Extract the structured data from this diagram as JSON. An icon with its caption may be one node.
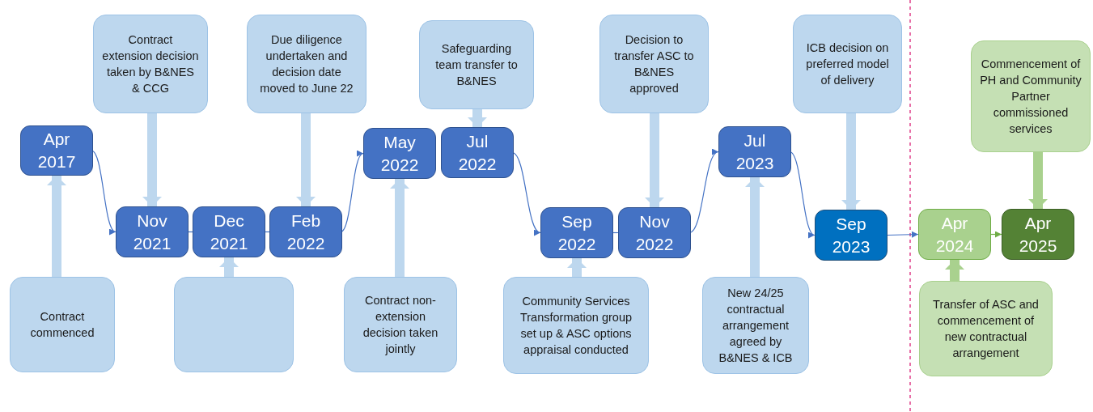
{
  "diagram": {
    "nodes": [
      {
        "text": [
          "Apr 2017"
        ]
      },
      {
        "text": [
          "Nov 2021"
        ]
      },
      {
        "text": [
          "Dec 2021"
        ]
      },
      {
        "text": [
          "Feb 2022"
        ]
      },
      {
        "text": [
          "May 2022"
        ]
      },
      {
        "text": [
          "Jul 2022"
        ]
      },
      {
        "text": [
          "Sep 2022"
        ]
      },
      {
        "text": [
          "Nov 2022"
        ]
      },
      {
        "text": [
          "Jul 2023"
        ]
      },
      {
        "text": [
          "Sep 2023"
        ]
      },
      {
        "text": [
          "Apr 2024"
        ]
      },
      {
        "text": [
          "Apr 2025"
        ]
      },
      {
        "text": [
          "Contract extension decision taken by B&NES & CCG"
        ]
      },
      {
        "text": [
          "Due diligence undertaken and decision date moved to June 22"
        ]
      },
      {
        "text": [
          "Safeguarding team transfer to B&NES"
        ]
      },
      {
        "text": [
          "Decision to transfer ASC to B&NES approved"
        ]
      },
      {
        "text": [
          "ICB decision on preferred model of delivery"
        ]
      },
      {
        "text": [
          "Commencement of PH and Community Partner commissioned services"
        ]
      },
      {
        "text": [
          "Contract commenced"
        ]
      },
      {
        "text": [],
        "shape": "box"
      },
      {
        "text": [
          "Contract non-extension decision taken jointly"
        ]
      },
      {
        "text": [
          "Community Services Transformation group set up & ASC options appraisal conducted"
        ]
      },
      {
        "text": [
          "New 24/25 contractual arrangement agreed by B&NES & ICB"
        ]
      },
      {
        "text": [
          "Transfer of ASC and commencement of new contractual arrangement"
        ]
      }
    ],
    "edges": [
      {
        "from": 0,
        "to": 1,
        "arrow": "to",
        "color": "#4472c4"
      },
      {
        "from": 1,
        "to": 2,
        "arrow": "none",
        "color": "#4472c4"
      },
      {
        "from": 2,
        "to": 3,
        "arrow": "none",
        "color": "#4472c4"
      },
      {
        "from": 3,
        "to": 4,
        "arrow": "to",
        "color": "#4472c4"
      },
      {
        "from": 5,
        "to": 6,
        "arrow": "to",
        "color": "#4472c4"
      },
      {
        "from": 6,
        "to": 7,
        "arrow": "none",
        "color": "#4472c4"
      },
      {
        "from": 7,
        "to": 8,
        "arrow": "to",
        "color": "#4472c4"
      },
      {
        "from": 8,
        "to": 9,
        "arrow": "to",
        "color": "#4472c4"
      },
      {
        "from": 9,
        "to": 10,
        "arrow": "to",
        "color": "#4472c4"
      },
      {
        "from": 10,
        "to": 11,
        "arrow": "to",
        "color": "#70ad47"
      },
      {
        "from": 12,
        "to": 1,
        "arrow": "to",
        "color": "#bdd7ee"
      },
      {
        "from": 13,
        "to": 3,
        "arrow": "to",
        "color": "#bdd7ee"
      },
      {
        "from": 14,
        "to": 5,
        "arrow": "to",
        "color": "#bdd7ee"
      },
      {
        "from": 15,
        "to": 7,
        "arrow": "to",
        "color": "#bdd7ee"
      },
      {
        "from": 16,
        "to": 9,
        "arrow": "to",
        "color": "#bdd7ee"
      },
      {
        "from": 17,
        "to": 11,
        "arrow": "to",
        "color": "#a9d18e"
      },
      {
        "from": 18,
        "to": 0,
        "arrow": "to",
        "color": "#bdd7ee"
      },
      {
        "from": 19,
        "to": 2,
        "arrow": "to",
        "color": "#bdd7ee"
      },
      {
        "from": 20,
        "to": 4,
        "arrow": "to",
        "color": "#bdd7ee"
      },
      {
        "from": 21,
        "to": 6,
        "arrow": "to",
        "color": "#bdd7ee"
      },
      {
        "from": 22,
        "to": 8,
        "arrow": "to",
        "color": "#bdd7ee"
      },
      {
        "from": 23,
        "to": 10,
        "arrow": "to",
        "color": "#a9d18e"
      }
    ]
  }
}
